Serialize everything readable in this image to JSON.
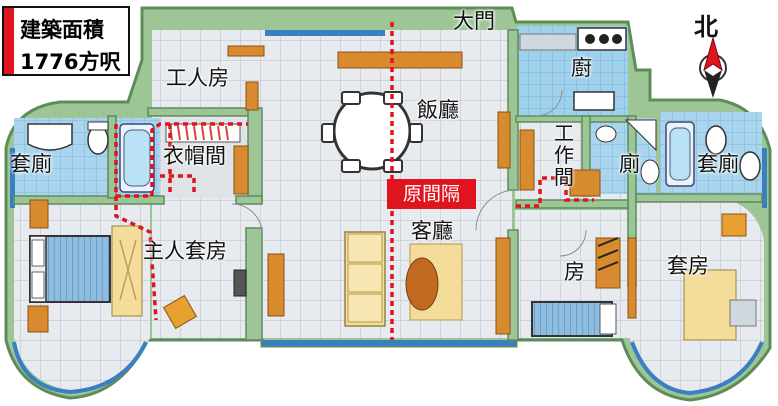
{
  "area_box": {
    "line1": "建築面積",
    "line2": "1776方呎"
  },
  "compass": {
    "label": "北"
  },
  "rooms": {
    "main_door": "大門",
    "kitchen": "廚",
    "servant_room": "工人房",
    "dining": "飯廳",
    "walk_in_closet": "衣帽間",
    "ensuite_left": "套廁",
    "utility_room": "工作間",
    "toilet": "廁",
    "ensuite_right": "套廁",
    "original_partition": "原間隔",
    "living": "客廳",
    "master_suite": "主人套房",
    "bedroom": "房",
    "suite": "套房"
  },
  "colors": {
    "partition_line": "#e0141e",
    "outer_wall": "#8fb78a",
    "floor_tile": "#e9ecef",
    "bathroom_floor": "#a9d6ee"
  }
}
